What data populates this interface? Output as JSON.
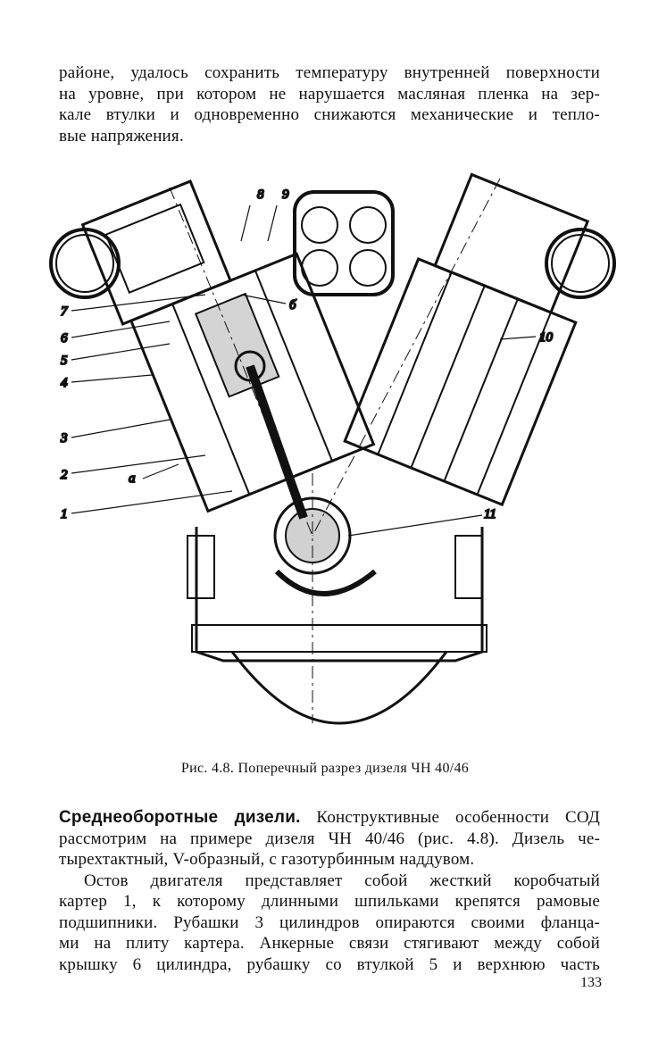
{
  "top_paragraph": [
    "районе, удалось сохранить температуру внутренней поверхности",
    "на уровне, при котором не нарушается масляная пленка на зер-",
    "кале втулки и одновременно снижаются механические и тепло-",
    "вые напряжения."
  ],
  "figure": {
    "callouts": [
      "1",
      "2",
      "3",
      "4",
      "5",
      "6",
      "7",
      "8",
      "9",
      "б",
      "10",
      "11",
      "а"
    ],
    "caption": "Рис. 4.8. Поперечный разрез дизеля ЧН 40/46"
  },
  "section": {
    "heading": "Среднеоборотные дизели.",
    "lines": [
      " Конструктивные особенности СОД",
      "рассмотрим на примере дизеля ЧН 40/46 (рис. 4.8). Дизель че-",
      "тырехтактный, V-образный, с газотурбинным наддувом.",
      "Остов двигателя представляет собой жесткий коробчатый",
      "картер 1, к которому длинными шпильками крепятся рамовые",
      "подшипники. Рубашки 3 цилиндров опираются своими фланца-",
      "ми на плиту картера. Анкерные связи стягивают между собой",
      "крышку 6 цилиндра, рубашку со втулкой 5 и верхнюю часть"
    ]
  },
  "page_number": "133"
}
